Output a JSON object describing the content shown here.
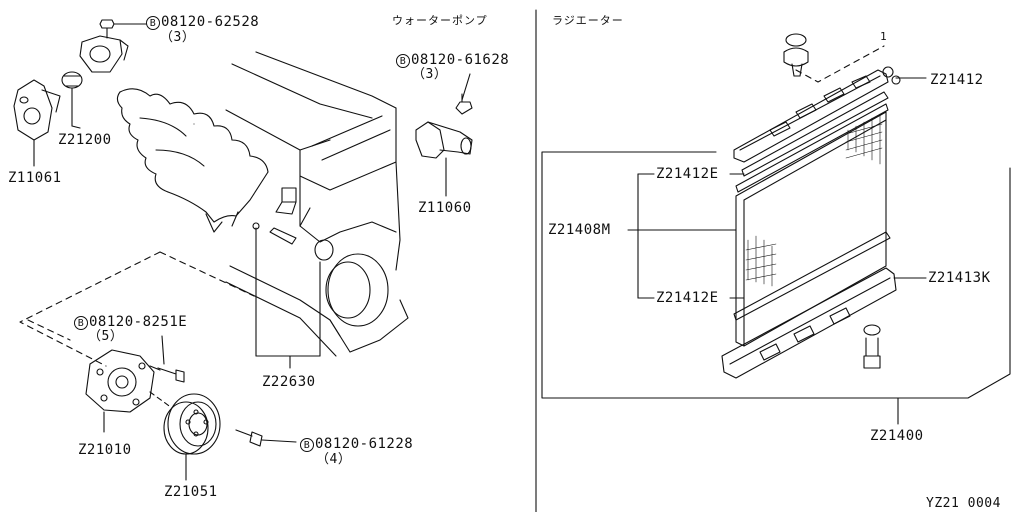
{
  "headings": {
    "water_pump": "ウォーターポンプ",
    "radiator": "ラジエーター"
  },
  "bolt_marker": "B",
  "callouts": {
    "bolt_top_left": {
      "code": "08120-62528",
      "qty": "（3）"
    },
    "bolt_mid": {
      "code": "08120-61628",
      "qty": "（3）"
    },
    "bolt_pump": {
      "code": "08120-8251E",
      "qty": "（5）"
    },
    "bolt_pulley": {
      "code": "08120-61228",
      "qty": "（4）"
    }
  },
  "parts": {
    "z21200": "Z21200",
    "z11061": "Z11061",
    "z11060": "Z11060",
    "z22630": "Z22630",
    "z21010": "Z21010",
    "z21051": "Z21051",
    "z21412": "Z21412",
    "z21412e_top": "Z21412E",
    "z21408m": "Z21408M",
    "z21412e_bottom": "Z21412E",
    "z21413k": "Z21413K",
    "z21400": "Z21400"
  },
  "diagram_ref_number": "1",
  "footer_code": "YZ21 0004",
  "colors": {
    "ink": "#111111",
    "paper": "#ffffff"
  }
}
